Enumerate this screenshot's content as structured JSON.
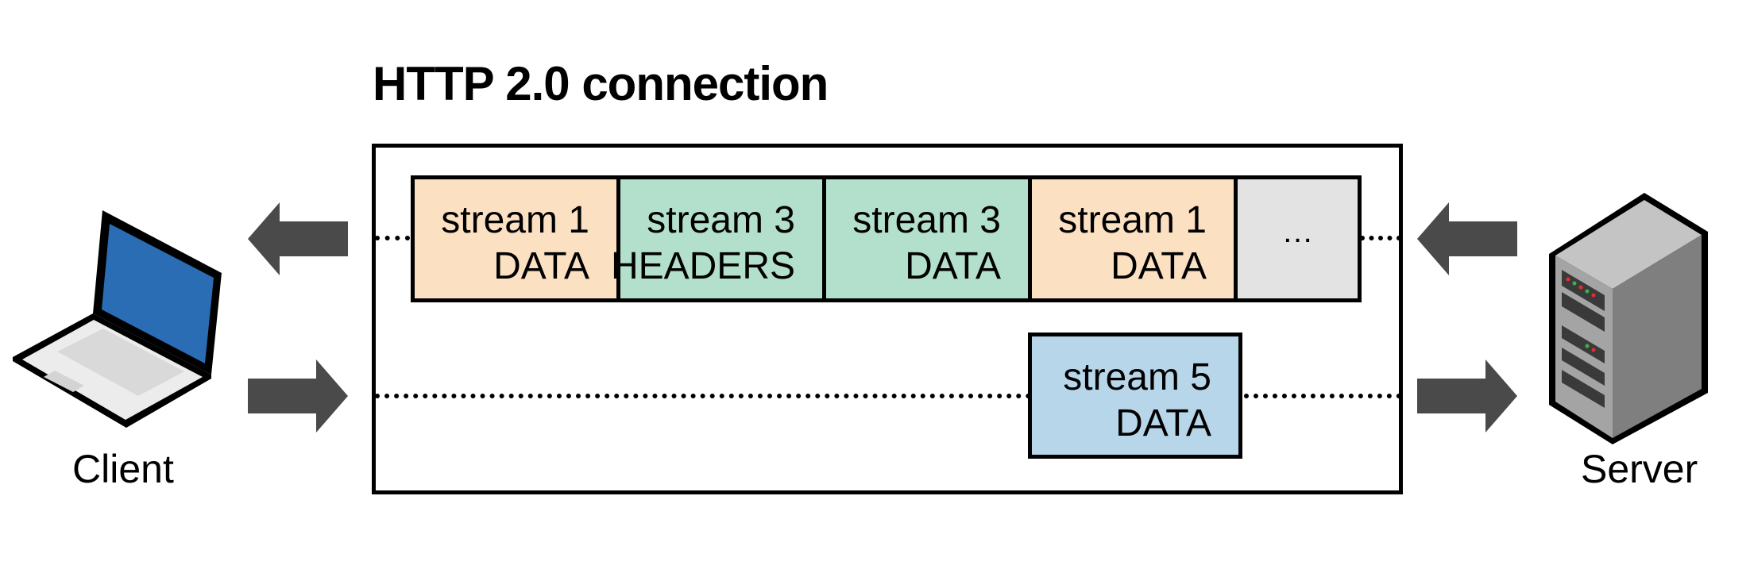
{
  "title": "HTTP 2.0 connection",
  "client_label": "Client",
  "server_label": "Server",
  "top_stream": {
    "frames": [
      {
        "line1": "stream 1",
        "line2": "DATA",
        "color": "#fbe0c2"
      },
      {
        "line1": "stream 3",
        "line2": "HEADERS",
        "color": "#b3e0cc"
      },
      {
        "line1": "stream 3",
        "line2": "DATA",
        "color": "#b3e0cc"
      },
      {
        "line1": "stream 1",
        "line2": "DATA",
        "color": "#fbe0c2"
      },
      {
        "line1": "…",
        "line2": "",
        "color": "#e3e3e3"
      }
    ]
  },
  "bottom_stream": {
    "frames": [
      {
        "line1": "stream 5",
        "line2": "DATA",
        "color": "#b8d6ea"
      }
    ]
  },
  "colors": {
    "arrow": "#4a4a4a",
    "laptop_screen": "#2a6db4",
    "server_body": "#9a9a9a"
  },
  "icons": {
    "client": "laptop-icon",
    "server": "server-icon"
  }
}
